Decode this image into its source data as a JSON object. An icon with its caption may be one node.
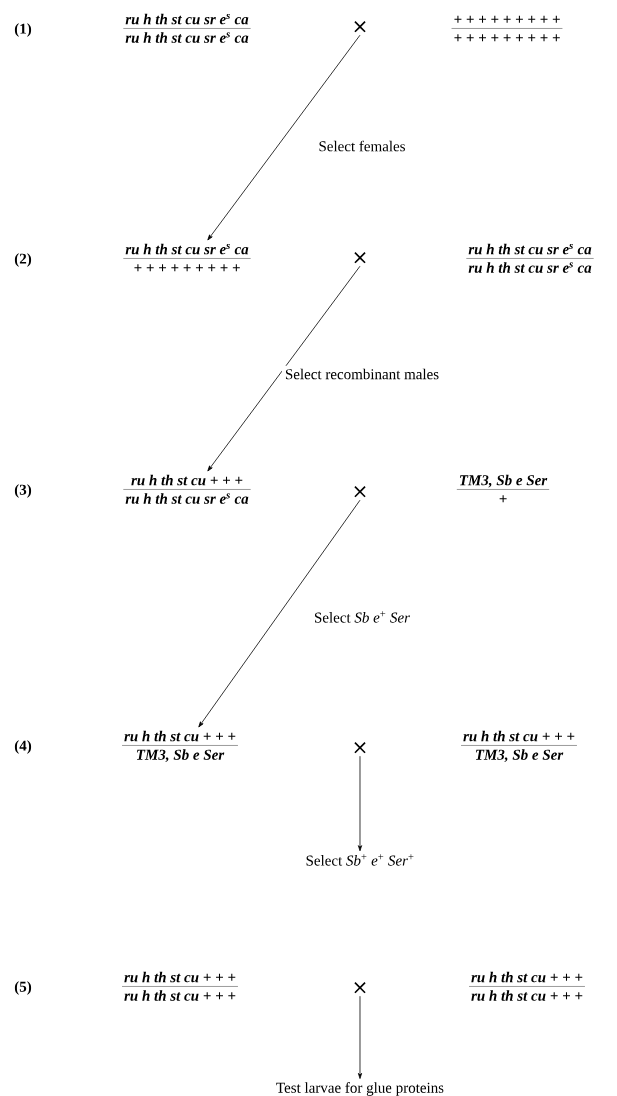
{
  "diagram": {
    "nodes": [
      {
        "text": [
          "ru h th st cu sr e$^{s}$ ca",
          "ru h th st cu sr e$^{s}$ ca"
        ]
      },
      {
        "text": [
          "×"
        ]
      },
      {
        "text": [
          "+ + + + + + + + +",
          "+ + + + + + + + +"
        ]
      },
      {
        "text": [
          "ru h th st cu sr e$^{s}$ ca",
          "+ + + + + + + + +"
        ]
      },
      {
        "text": [
          "×"
        ]
      },
      {
        "text": [
          "ru h th st cu sr e$^{s}$ ca",
          "ru h th st cu sr e$^{s}$ ca"
        ]
      },
      {
        "text": [
          "ru h th st cu + + +",
          "ru h th st cu sr e$^{s}$ ca"
        ]
      },
      {
        "text": [
          "×"
        ]
      },
      {
        "text": [
          "TM3, Sb e Ser",
          "+"
        ]
      },
      {
        "text": [
          "ru h th st cu + + +",
          "TM3, Sb e Ser"
        ]
      },
      {
        "text": [
          "×"
        ]
      },
      {
        "text": [
          "ru h th st cu + + +",
          "TM3, Sb e Ser"
        ]
      },
      {
        "text": [
          "Select *Sb*$^{+}$ *e*$^{+}$ *Ser*$^{+}$"
        ]
      },
      {
        "text": [
          "ru h th st cu + + +",
          "ru h th st cu + + +"
        ]
      },
      {
        "text": [
          "×"
        ]
      },
      {
        "text": [
          "ru h th st cu + + +",
          "ru h th st cu + + +"
        ]
      },
      {
        "text": [
          "Test larvae for glue proteins"
        ]
      }
    ],
    "edges": [
      {
        "from": 1,
        "to": 3,
        "arrow": "to",
        "label": "Select females"
      },
      {
        "from": 4,
        "to": 6,
        "arrow": "to",
        "label": "Select recombinant males"
      },
      {
        "from": 7,
        "to": 9,
        "arrow": "to",
        "label": "Select *Sb e*$^{+}$ *Ser*"
      },
      {
        "from": 10,
        "to": 12,
        "arrow": "to"
      },
      {
        "from": 14,
        "to": 16,
        "arrow": "to"
      }
    ],
    "labels": [
      "(1)",
      "(2)",
      "(3)",
      "(4)",
      "(5)"
    ]
  }
}
